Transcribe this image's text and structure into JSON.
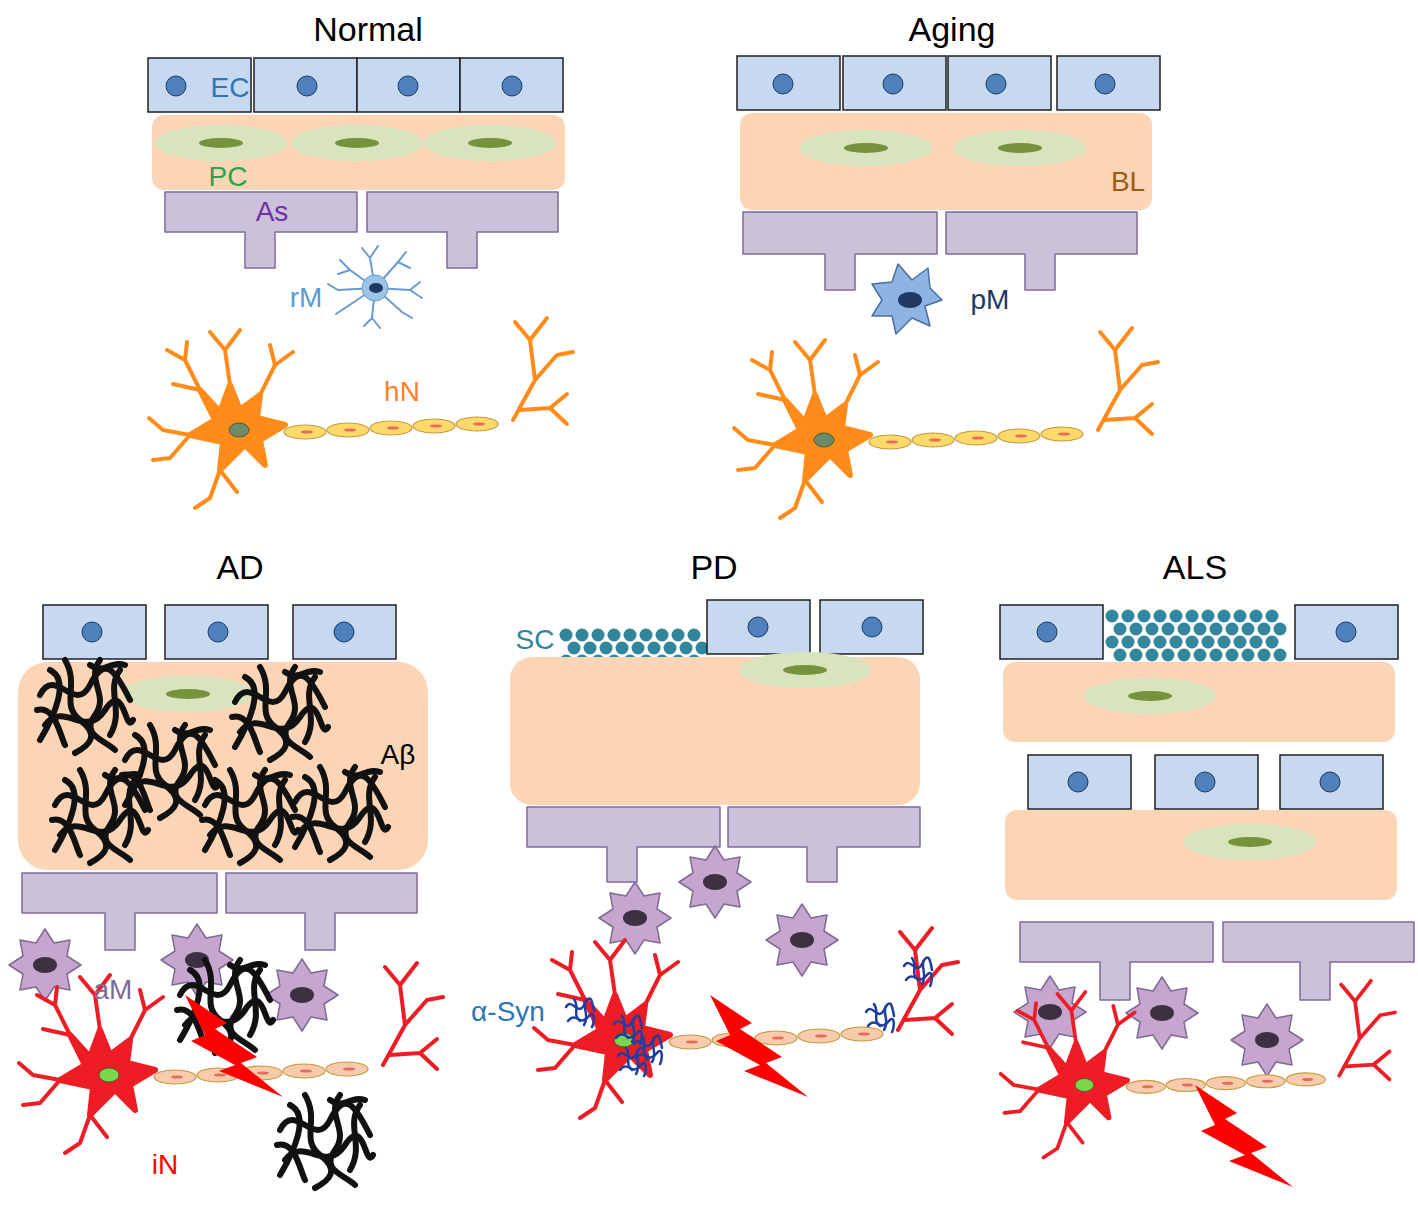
{
  "diagram": {
    "labels": [
      "Normal",
      "EC",
      "PC",
      "As",
      "rM",
      "hN",
      "Aging",
      "BL",
      "pM",
      "AD",
      "Aβ",
      "aM",
      "iN",
      "PD",
      "SC",
      "α-Syn",
      "ALS"
    ]
  }
}
